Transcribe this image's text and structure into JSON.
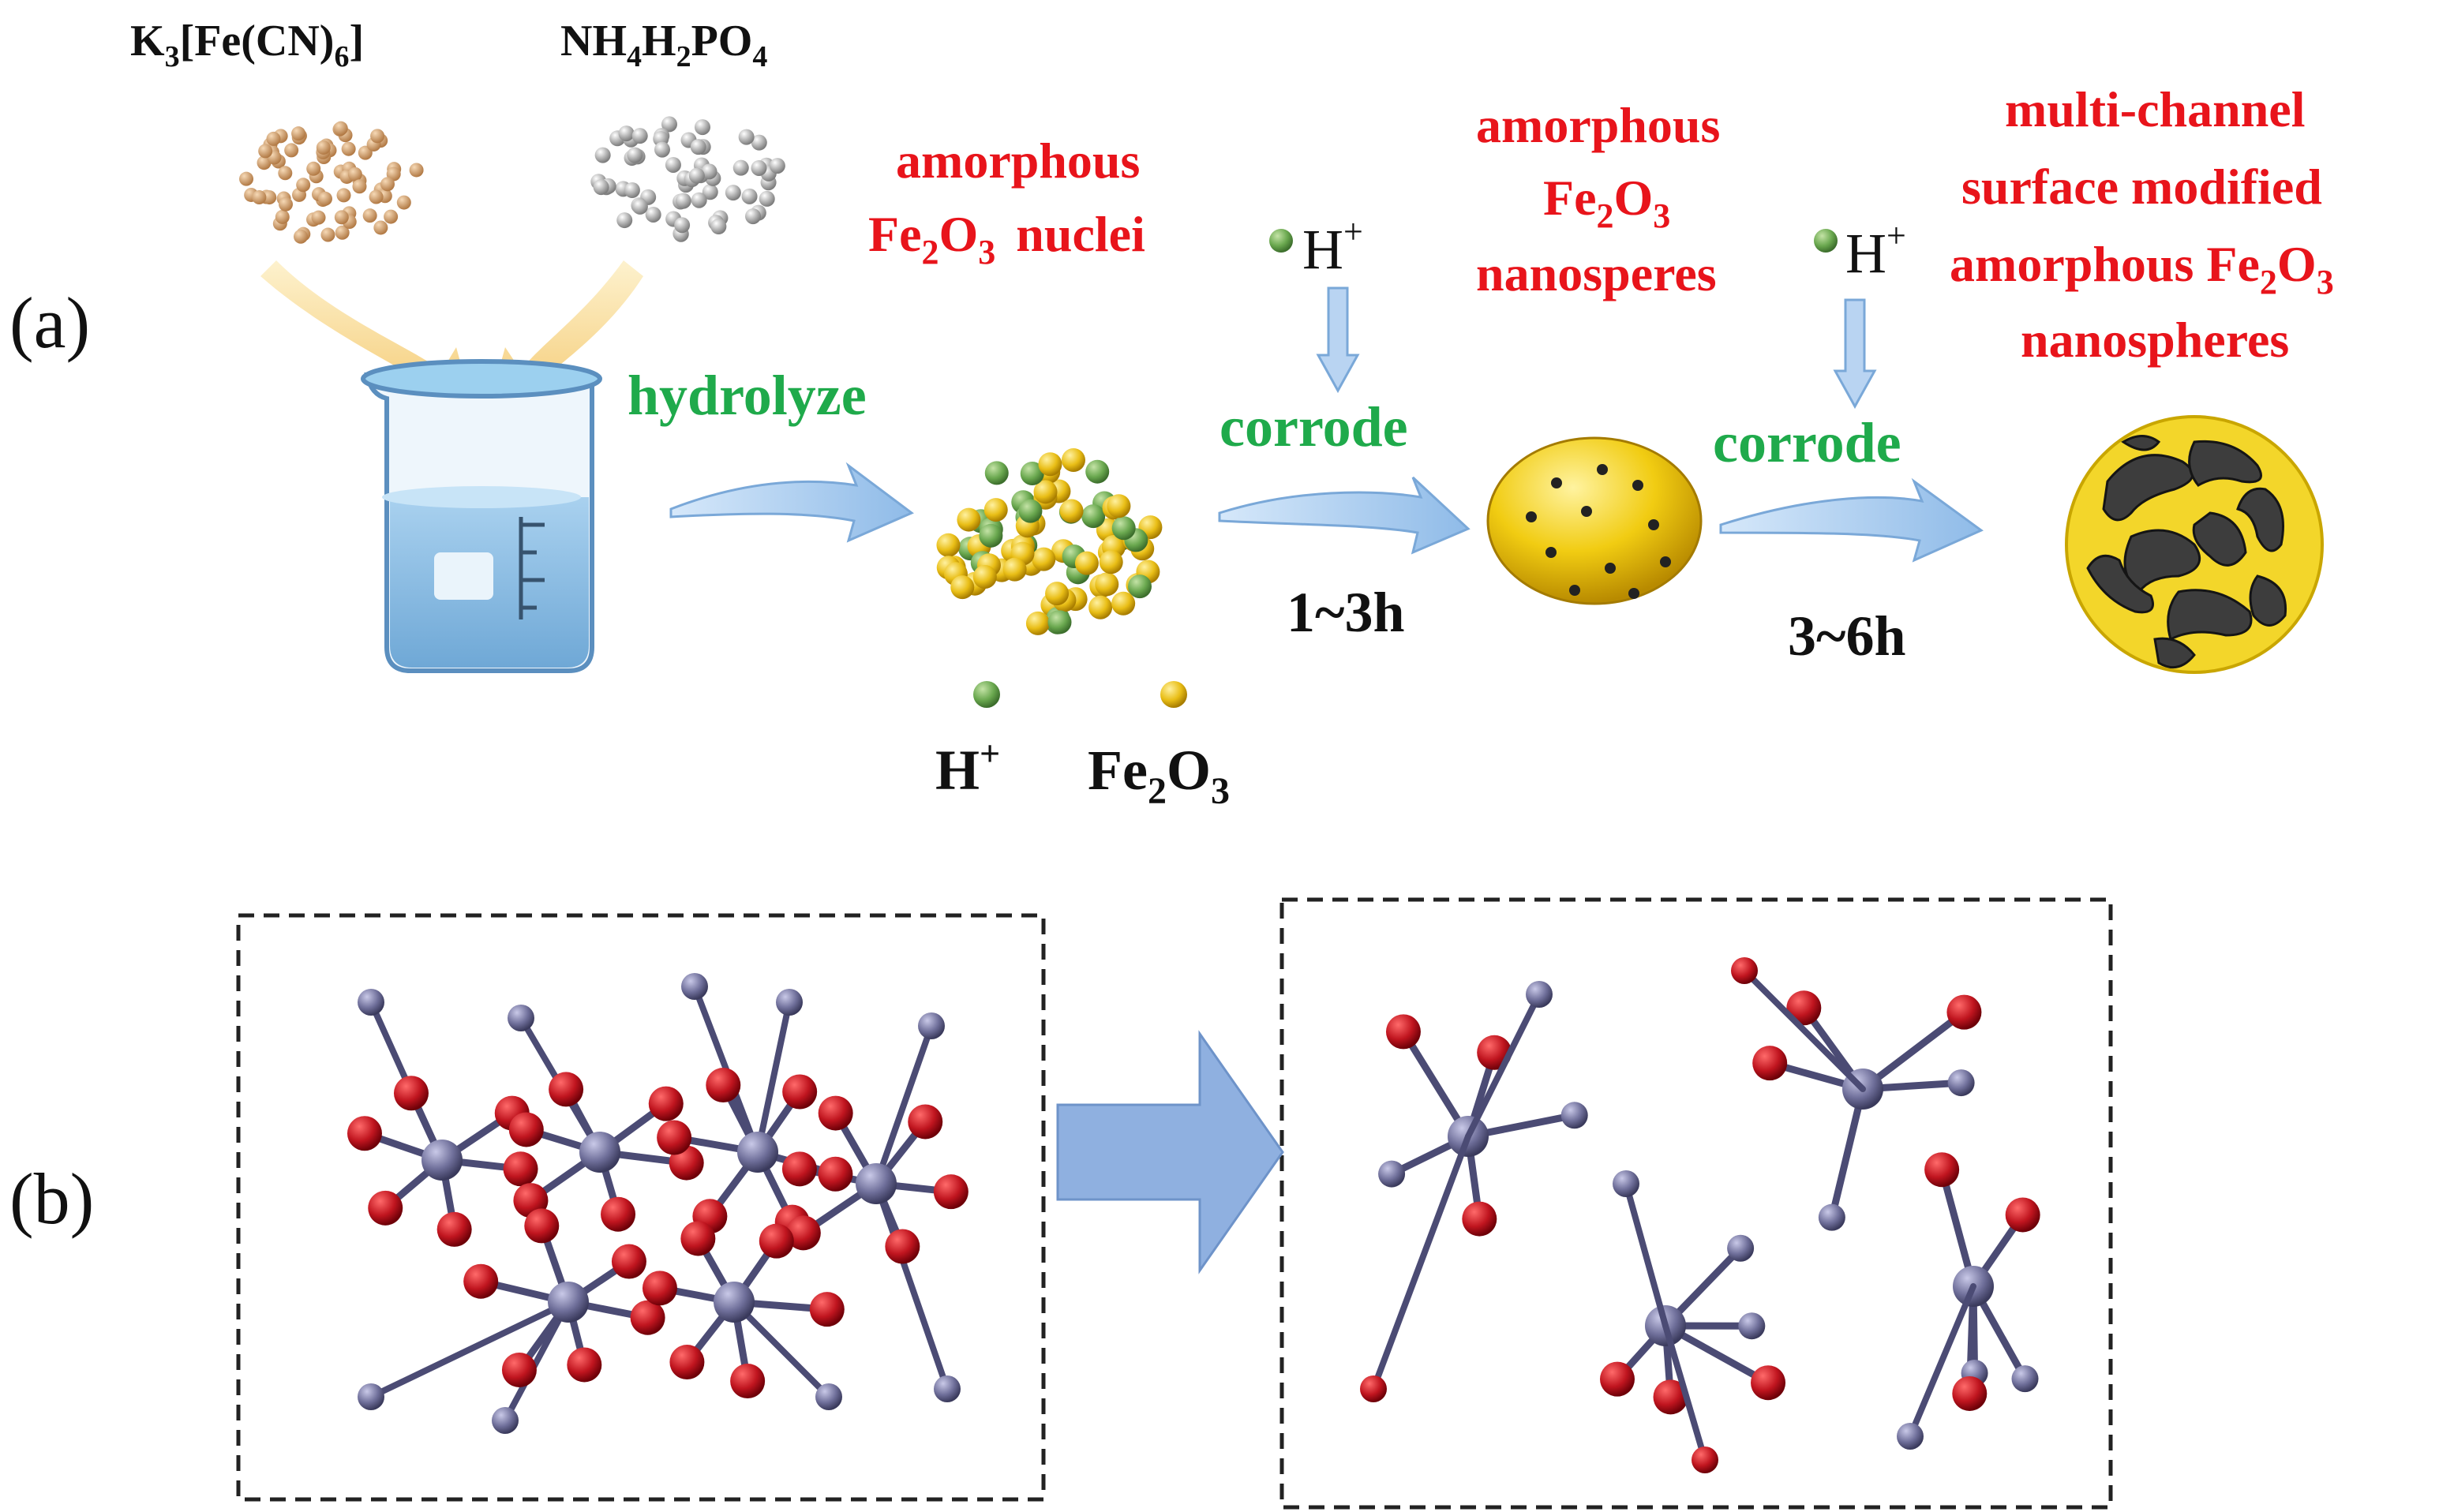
{
  "panel_a": {
    "label": "(a)",
    "reagents": {
      "left": {
        "base": "K",
        "sub1": "3",
        "mid": "[Fe(CN)",
        "sub2": "6",
        "end": "]"
      },
      "right": {
        "a": "NH",
        "s1": "4",
        "b": "H",
        "s2": "2",
        "c": "PO",
        "s3": "4"
      }
    },
    "steps": {
      "hydrolyze": "hydrolyze",
      "corrode1": "corrode",
      "corrode2": "corrode",
      "time1": "1~3h",
      "time2": "3~6h"
    },
    "proton": {
      "text": "H",
      "sup": "+"
    },
    "stage_labels": {
      "nuclei": {
        "line1": "amorphous",
        "line2_a": "Fe",
        "line2_s1": "2",
        "line2_b": "O",
        "line2_s2": "3",
        "line2_c": "nuclei"
      },
      "nanosperes": {
        "line1": "amorphous",
        "line2_a": "Fe",
        "line2_s1": "2",
        "line2_b": "O",
        "line2_s2": "3",
        "line3": "nanosperes"
      },
      "final": {
        "line1": "multi-channel",
        "line2": "surface modified",
        "line3_a": "amorphous Fe",
        "line3_s1": "2",
        "line3_b": "O",
        "line3_s2": "3",
        "line4": "nanospheres"
      }
    },
    "legend": {
      "h": "H",
      "h_sup": "+",
      "fe_a": "Fe",
      "fe_s1": "2",
      "fe_b": "O",
      "fe_s2": "3"
    }
  },
  "panel_b": {
    "label": "(b)"
  },
  "colors": {
    "red_text": "#e8141b",
    "green_text": "#1faa4b",
    "black_text": "#111111",
    "arrow_fill": "#a9cbf0",
    "arrow_stroke": "#7aa8d8",
    "big_arrow": "#8fb0e0",
    "gold": "#e8c31a",
    "green_ball": "#6aa84f",
    "o_atom": "#c0151f",
    "fe_atom": "#6f6f9a"
  }
}
